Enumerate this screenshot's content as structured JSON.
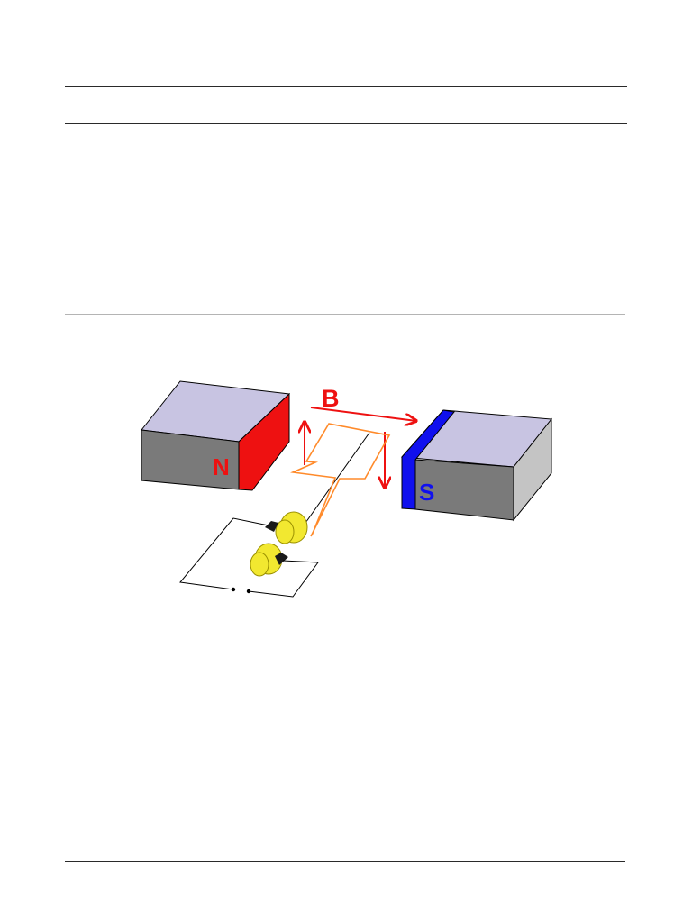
{
  "diagram": {
    "field_label": "B",
    "north_label": "N",
    "south_label": "S"
  },
  "colors": {
    "magnet_top": "#c8c4e2",
    "magnet_front": "#7a7a7a",
    "magnet_side": "#c4c4c4",
    "north_pole": "#ee1111",
    "south_pole": "#1010ee",
    "field_arrow": "#ee1111",
    "coil": "#ff8a2a",
    "slip_ring": "#f2e830",
    "circuit": "#000000",
    "rule_dark": "#2a2a2a",
    "rule_light": "#b4b4b4"
  }
}
